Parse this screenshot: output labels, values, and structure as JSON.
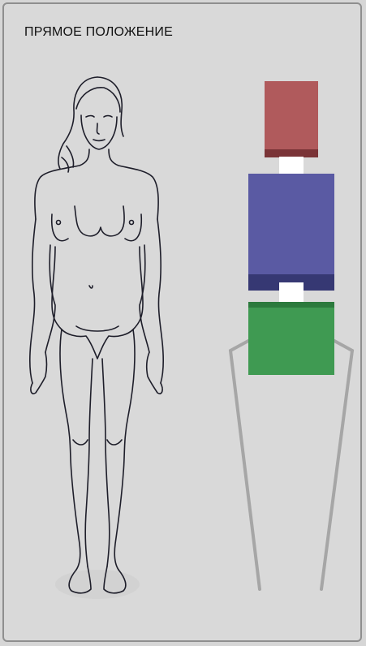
{
  "panel": {
    "title": "ПРЯМОЕ ПОЛОЖЕНИЕ"
  },
  "figure": {
    "icon": "standing-woman-outline"
  },
  "posture_diagram": {
    "blocks": [
      {
        "name": "head-block",
        "color": "#b05a5c",
        "shade": "#7a3437"
      },
      {
        "name": "chest-block",
        "color": "#5a5aa3",
        "shade": "#363873"
      },
      {
        "name": "pelvis-block",
        "color": "#3f9a52",
        "shade": "#2c7a3d"
      }
    ],
    "joint_color": "#ffffff",
    "legs_color": "#a6a6a6"
  }
}
